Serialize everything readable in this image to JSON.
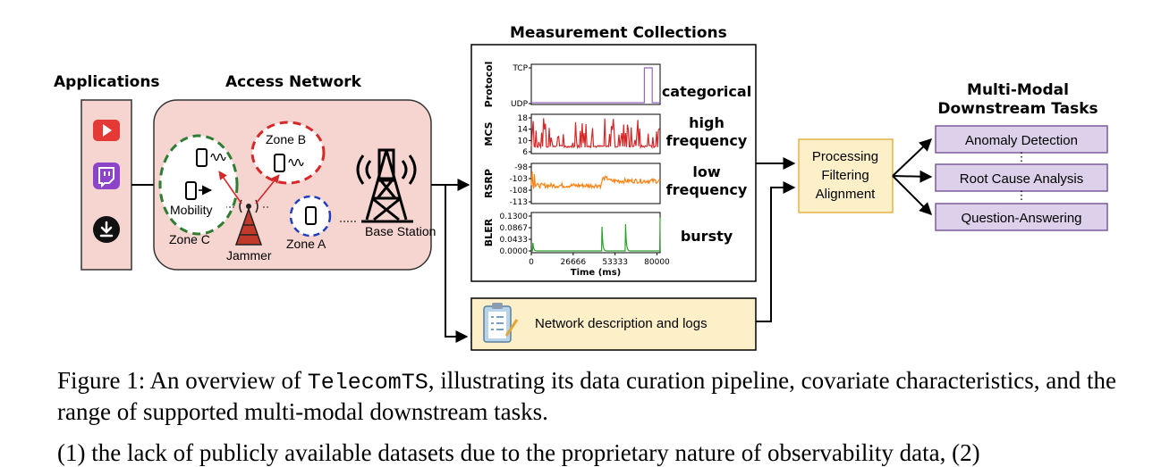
{
  "sections": {
    "applications": "Applications",
    "access_network": "Access Network",
    "measurement": "Measurement Collections",
    "downstream_line1": "Multi-Modal",
    "downstream_line2": "Downstream Tasks"
  },
  "apps": [
    {
      "name": "youtube",
      "icon": "play-icon",
      "color": "#e53935"
    },
    {
      "name": "twitch",
      "icon": "twitch-icon",
      "color": "#8e44c9"
    },
    {
      "name": "download",
      "icon": "download-icon",
      "color": "#111111"
    }
  ],
  "network": {
    "zone_a": "Zone A",
    "zone_b": "Zone B",
    "zone_c": "Zone C",
    "mobility": "Mobility",
    "jammer": "Jammer",
    "base_station": "Base Station"
  },
  "chart_data": [
    {
      "type": "line",
      "ylabel": "Protocol",
      "yticks": [
        "TCP",
        "UDP"
      ],
      "series": [
        {
          "color": "#9467bd",
          "points": [
            [
              0,
              0
            ],
            [
              72000,
              0
            ],
            [
              72000,
              1
            ],
            [
              77000,
              1
            ],
            [
              77000,
              0
            ],
            [
              82000,
              0
            ]
          ]
        }
      ],
      "descriptor": "categorical"
    },
    {
      "type": "line",
      "ylabel": "MCS",
      "yticks": [
        18,
        14,
        10,
        6
      ],
      "ylim": [
        6,
        18
      ],
      "series": [
        {
          "color": "#d62728",
          "style": "bursty-high"
        }
      ],
      "descriptor_line1": "high",
      "descriptor_line2": "frequency"
    },
    {
      "type": "line",
      "ylabel": "RSRP",
      "yticks": [
        -98,
        -103,
        -108,
        -113
      ],
      "ylim": [
        -113,
        -98
      ],
      "series": [
        {
          "color": "#ff7f0e",
          "style": "noisy-low"
        }
      ],
      "descriptor_line1": "low",
      "descriptor_line2": "frequency"
    },
    {
      "type": "line",
      "ylabel": "BLER",
      "yticks": [
        "0.1300",
        "0.0867",
        "0.0433",
        "0.0000"
      ],
      "ylim": [
        0,
        0.13
      ],
      "series": [
        {
          "color": "#2ca02c",
          "spikes": [
            [
              1000,
              0.03
            ],
            [
              45000,
              0.09
            ],
            [
              60000,
              0.1
            ],
            [
              82000,
              0.125
            ]
          ]
        }
      ],
      "descriptor": "bursty",
      "xticks": [
        "0",
        "26666",
        "53333",
        "80000"
      ],
      "xlabel": "Time (ms)",
      "xlim": [
        0,
        82000
      ]
    }
  ],
  "logs_box": "Network description and logs",
  "processing": [
    "Processing",
    "Filtering",
    "Alignment"
  ],
  "tasks": [
    "Anomaly Detection",
    "Root Cause Analysis",
    "Question-Answering"
  ],
  "caption": {
    "prefix": "Figure 1: An overview of ",
    "code": "TelecomTS",
    "suffix": ", illustrating its data curation pipeline, covariate characteristics, and the range of supported multi-modal downstream tasks."
  },
  "next_line": "(1) the lack of publicly available datasets due to the proprietary nature of observability data, (2)",
  "colors": {
    "pink_fill": "#f6d5d1",
    "yellow_fill": "#fdf0c8",
    "yellow_stroke": "#e3b449",
    "purple_fill": "#dcd0ea",
    "purple_stroke": "#7d5a9b",
    "zone_red": "#d62828",
    "zone_green": "#2e7d32",
    "zone_blue": "#1f3fbf"
  }
}
